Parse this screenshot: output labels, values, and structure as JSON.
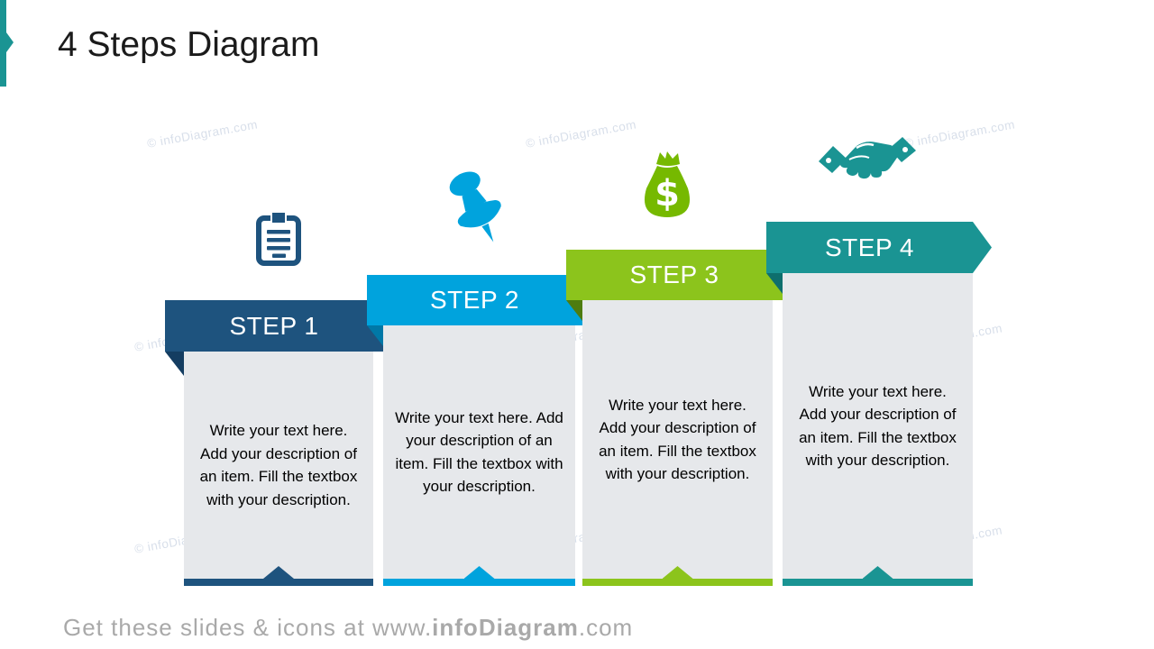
{
  "slide": {
    "title": "4 Steps Diagram",
    "watermark": "© infoDiagram.com",
    "footer": {
      "prefix": "Get these slides & icons at www.",
      "brand": "infoDiagram",
      "suffix": ".com"
    }
  },
  "steps": [
    {
      "label": "STEP 1",
      "body": "Write your text here. Add your description of an item. Fill the textbox with your description.",
      "icon": "clipboard-icon",
      "color": "#1E537E",
      "fold_color": "#143D61",
      "icon_color": "#1E537E"
    },
    {
      "label": "STEP 2",
      "body": "Write your text here. Add your description of an item. Fill the textbox with your description.",
      "icon": "pushpin-icon",
      "color": "#00A3DD",
      "fold_color": "#0078A7",
      "icon_color": "#00A3DD"
    },
    {
      "label": "STEP 3",
      "body": "Write your text here. Add your description of an item. Fill the textbox with your description.",
      "icon": "money-bag-icon",
      "color": "#8CC41C",
      "fold_color": "#4E7C10",
      "icon_color": "#76B900"
    },
    {
      "label": "STEP 4",
      "body": "Write your text here. Add your description of an item. Fill the textbox with your description.",
      "icon": "handshake-icon",
      "color": "#1A9493",
      "fold_color": "#0E6F6D",
      "icon_color": "#1A9493"
    }
  ],
  "colors": {
    "card_background": "#E6E8EB",
    "accent_teal": "#1A9493",
    "footer_text": "#A9A9A9",
    "watermark_text": "#D8DFEA",
    "title_text": "#1B1B1B",
    "body_text": "#000000",
    "banner_label_text": "#FFFFFF"
  }
}
